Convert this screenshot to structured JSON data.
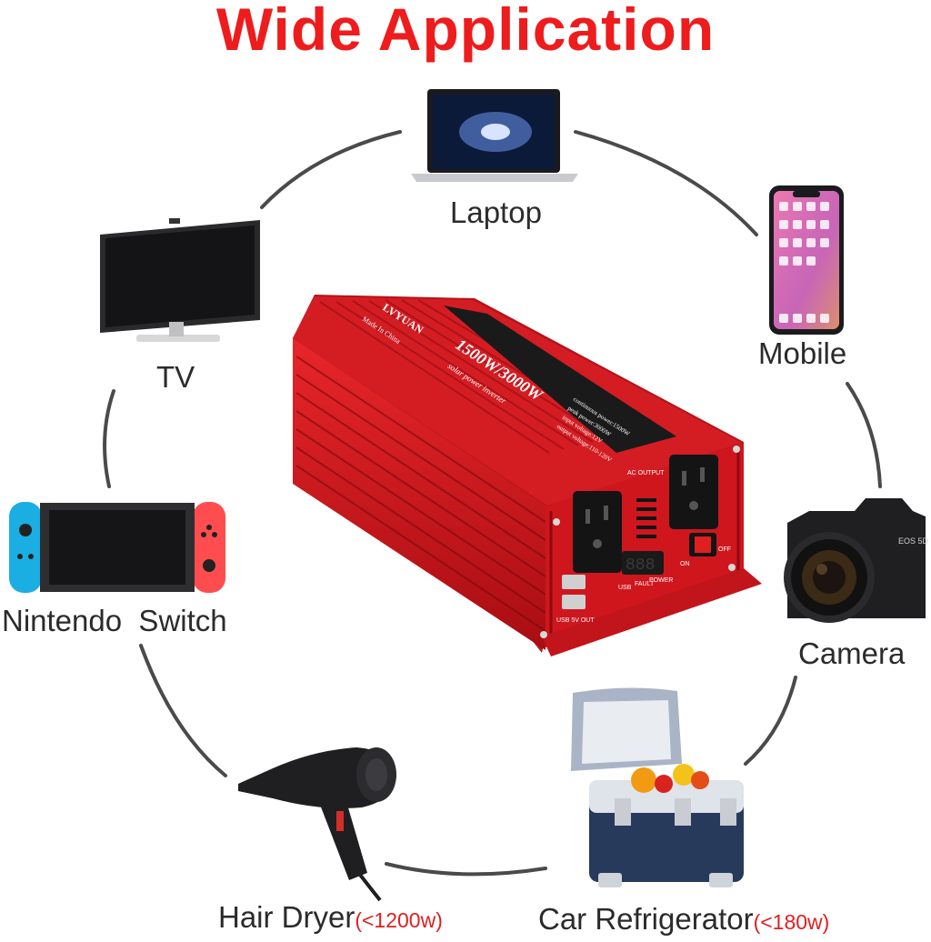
{
  "title": "Wide Application",
  "product": {
    "brand": "LVYUAN",
    "made_in": "Made In China",
    "model": "1500W/3000W",
    "subtitle": "solar power inverter",
    "specs": [
      "continuous power:1500W",
      "peak power:3000W",
      "input voltage:12V",
      "output voltage:110-120V"
    ],
    "panel_labels": {
      "ac_output": "AC OUTPUT",
      "usb_out": "USB 5V OUT",
      "usb": "USB",
      "fault": "FAULT",
      "power": "POWER",
      "on": "ON",
      "off": "OFF"
    },
    "display": "888",
    "color": "#d8141c"
  },
  "devices": {
    "laptop": {
      "label": "Laptop"
    },
    "mobile": {
      "label": "Mobile"
    },
    "tv": {
      "label": "TV"
    },
    "switch": {
      "label": "Nintendo  Switch"
    },
    "camera": {
      "label": "Camera",
      "badge": "EOS 5D"
    },
    "fridge": {
      "label": "Car Refrigerator",
      "note": "(<180w)"
    },
    "dryer": {
      "label": "Hair Dryer",
      "note": "(<1200w)"
    }
  }
}
